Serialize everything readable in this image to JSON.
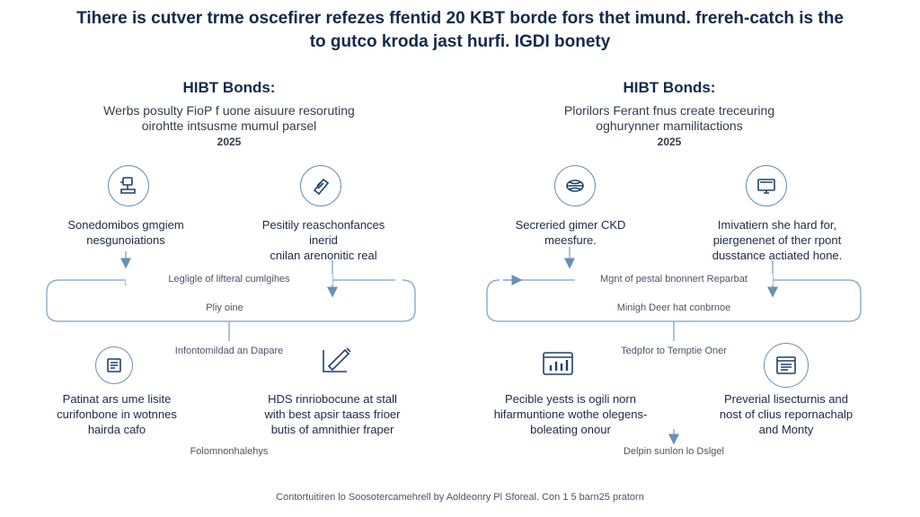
{
  "title": {
    "line1": "Tihere is cutver trme oscefirer refezes ffentid 20 KBT borde fors thet imund. frereh-catch is the",
    "line2": "to gutco kroda jast hurfi. IGDI bonety"
  },
  "left": {
    "heading": "HIBT Bonds:",
    "sub1": "Werbs posulty FioP f uone aisuure resoruting",
    "sub2": "oirohtte intsusme mumul parsel",
    "year": "2025",
    "node1": {
      "line1": "Sonedomibos gmgiem",
      "line2": "nesgunoiations",
      "icon": "stamp-icon"
    },
    "node2": {
      "line1": "Pesitily reaschonfances",
      "line2": "inerid",
      "line3": "cnilan arenonitic real",
      "icon": "ticket-icon"
    },
    "caption1": "Legligle of lifteral cumlgihes",
    "caption2": "Pliy oine",
    "caption3": "Infontomildad an Dapare",
    "node3": {
      "line1": "Patinat ars ume lisite",
      "line2": "curifonbone in wotnnes",
      "line3": "hairda cafo",
      "icon": "document-icon"
    },
    "node4": {
      "line1": "HDS rinriobocune at stall",
      "line2": "with best apsir taass frioer",
      "line3": "butis of amnithier fraper",
      "icon": "pen-chart-icon"
    },
    "caption4": "Folomnonhalehys"
  },
  "right": {
    "heading": "HIBT Bonds:",
    "sub1": "Plorilors Ferant fnus create treceuring",
    "sub2": "oghurynner mamilitactions",
    "year": "2025",
    "node1": {
      "line1": "Secreried gimer CKD",
      "line2": "meesfure.",
      "icon": "globe-icon"
    },
    "node2": {
      "line1": "Imivatiern she hard for,",
      "line2": "piergenenet of ther rpont",
      "line3": "dusstance actiated hone.",
      "icon": "monitor-icon"
    },
    "caption1": "Mgnt of pestal bnonnert Reparbat",
    "caption2": "Minigh Deer hat conbrnoe",
    "caption3": "Tedpfor to Temptie Oner",
    "node3": {
      "line1": "Pecible yests is ogili norn",
      "line2": "hifarmuntione wothe olegens-",
      "line3": "boleating onour",
      "icon": "bar-chart-icon"
    },
    "node4": {
      "line1": "Preverial lisecturnis and",
      "line2": "nost of clius repornachalp",
      "line3": "and Monty",
      "icon": "window-icon"
    },
    "caption4": "Delpin sunlon lo Dslgel"
  },
  "footer": "Contortuitiren lo Soosotercamehrell by Aoldeonry Pl Sforeal. Con 1 5 barn25 pratorn",
  "colors": {
    "accent": "#6b8fb3",
    "text": "#13294b",
    "icon": "#1f3f6b"
  }
}
